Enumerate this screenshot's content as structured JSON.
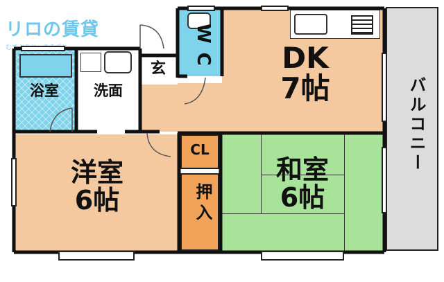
{
  "logo": {
    "brand": "リロの賃貸",
    "tagline": "むすぶこと、まるごと"
  },
  "rooms": {
    "dk": {
      "name": "DK",
      "size": "7帖"
    },
    "western": {
      "name": "洋室",
      "size": "6帖"
    },
    "japanese": {
      "name": "和室",
      "size": "6帖"
    },
    "bath": {
      "name": "浴室"
    },
    "washroom": {
      "name": "洗面"
    },
    "entrance": {
      "name": "玄"
    },
    "toilet": {
      "name": "W C"
    },
    "closet": {
      "name": "CL"
    },
    "oshiire": {
      "name": "押入"
    },
    "balcony": {
      "name": "バルコニー"
    }
  },
  "colors": {
    "dk": "#f5c9a0",
    "western": "#f5c9a0",
    "japanese": "#a9e39a",
    "bath": "#7fd3ea",
    "toilet": "#7fd3ea",
    "washroom": "#ffffff",
    "entrance": "#ffffff",
    "closet": "#f2a35a",
    "oshiire": "#f2a35a",
    "balcony": "#dcdcdc",
    "logo": "#3fb6e6"
  }
}
